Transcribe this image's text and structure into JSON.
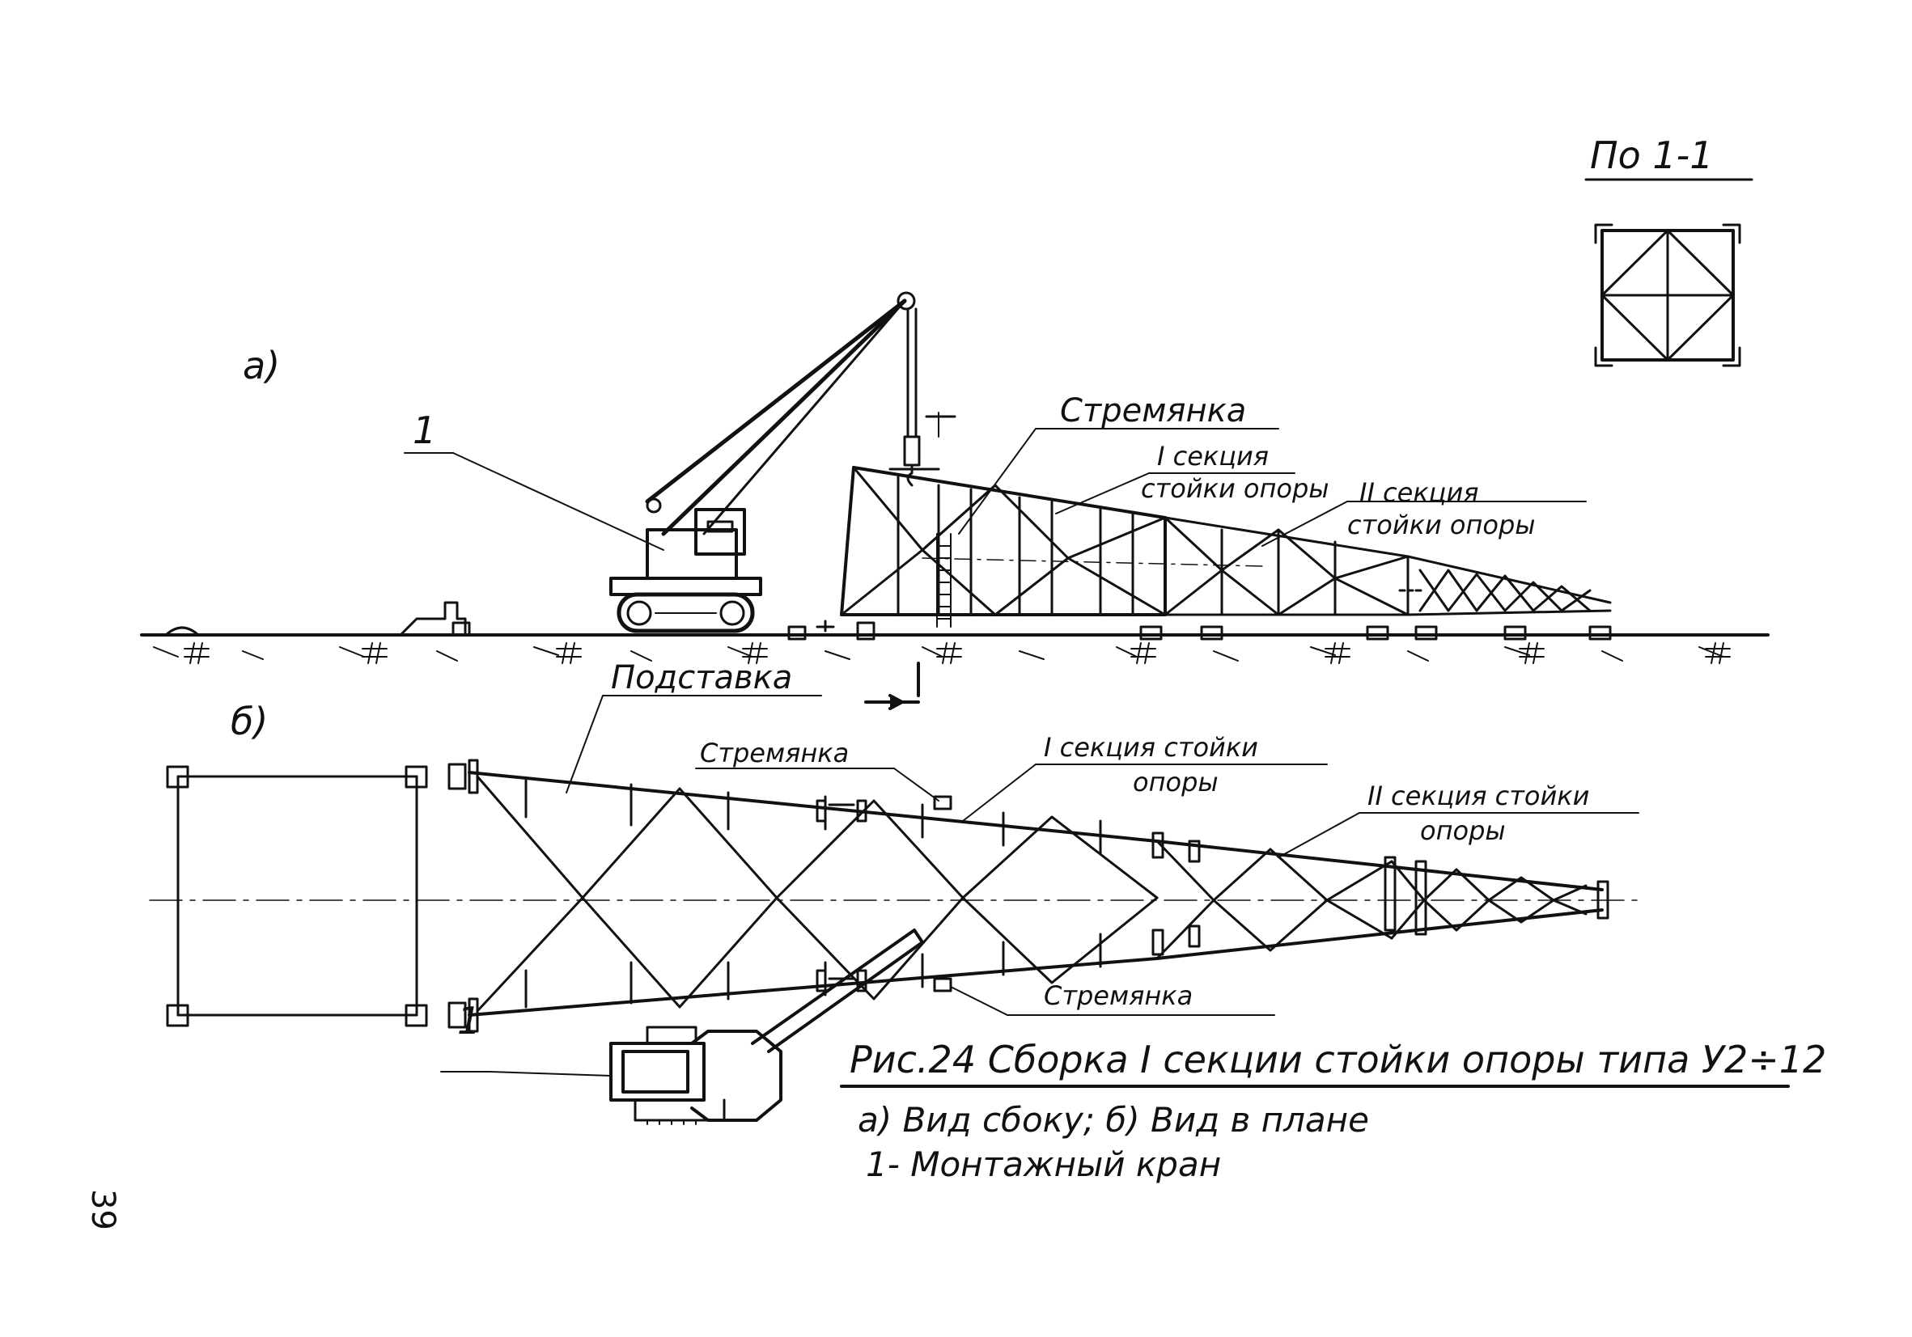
{
  "section_ref": "По 1-1",
  "view_a_label": "а)",
  "view_b_label": "б)",
  "callout_1_side": "1",
  "callout_1_plan": "1",
  "side_view": {
    "ladder_label": "Стремянка",
    "section_1_line1": "I секция",
    "section_1_line2": "стойки опоры",
    "section_2_line1": "II секция",
    "section_2_line2": "стойки опоры"
  },
  "plan_view": {
    "support_label": "Подставка",
    "ladder_label_top": "Стремянка",
    "section_1_line1": "I секция стойки",
    "section_1_line2": "опоры",
    "section_2_line1": "II секция стойки",
    "section_2_line2": "опоры",
    "ladder_label_bottom": "Стремянка"
  },
  "caption": {
    "title": "Рис.24 Сборка I секции стойки опоры типа У2÷12",
    "line1": "а) Вид сбоку; б) Вид в плане",
    "line2": "1- Монтажный кран"
  },
  "page_number": "39",
  "colors": {
    "ink": "#111111",
    "paper": "#ffffff"
  }
}
